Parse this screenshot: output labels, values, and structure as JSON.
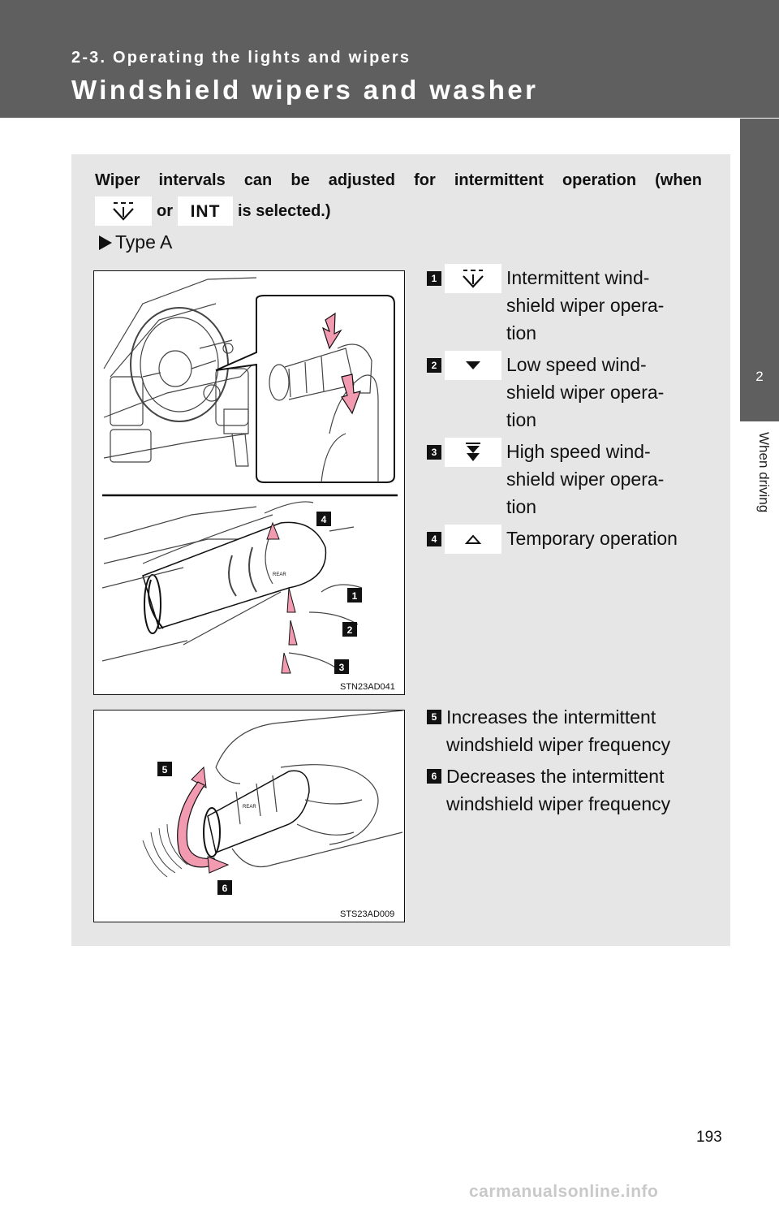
{
  "header": {
    "section": "2-3. Operating the lights and wipers",
    "title": "Windshield wipers and washer"
  },
  "side_tab": {
    "number": "2",
    "label": "When driving"
  },
  "intro": {
    "line1_words": [
      "Wiper",
      "intervals",
      "can",
      "be",
      "adjusted",
      "for",
      "intermittent",
      "operation",
      "(when"
    ],
    "or_text": "or",
    "int_symbol": "INT",
    "selected_text": "is selected.)"
  },
  "type_label": "Type A",
  "figures": {
    "fig1_code": "STN23AD041",
    "fig2_code": "STS23AD009",
    "fig1_callouts": [
      "4",
      "1",
      "2",
      "3"
    ],
    "fig1_lever_label": "REAR",
    "fig2_callouts": [
      "5",
      "6"
    ],
    "fig2_lever_label": "REAR"
  },
  "positions": [
    {
      "num": "1",
      "icon": "intermittent-wiper-icon",
      "lines": [
        "Intermittent wind-",
        "shield wiper opera-",
        "tion"
      ]
    },
    {
      "num": "2",
      "icon": "low-speed-icon",
      "lines": [
        "Low speed wind-",
        "shield wiper opera-",
        "tion"
      ]
    },
    {
      "num": "3",
      "icon": "high-speed-icon",
      "lines": [
        "High speed wind-",
        "shield wiper opera-",
        "tion"
      ]
    },
    {
      "num": "4",
      "icon": "temporary-operation-icon",
      "lines": [
        "Temporary operation"
      ]
    }
  ],
  "adjust_items": [
    {
      "num": "5",
      "lines": [
        "Increases the intermittent",
        "windshield wiper frequency"
      ]
    },
    {
      "num": "6",
      "lines": [
        "Decreases the intermittent",
        "windshield wiper frequency"
      ]
    }
  ],
  "page_number": "193",
  "watermark": "carmanualsonline.info"
}
